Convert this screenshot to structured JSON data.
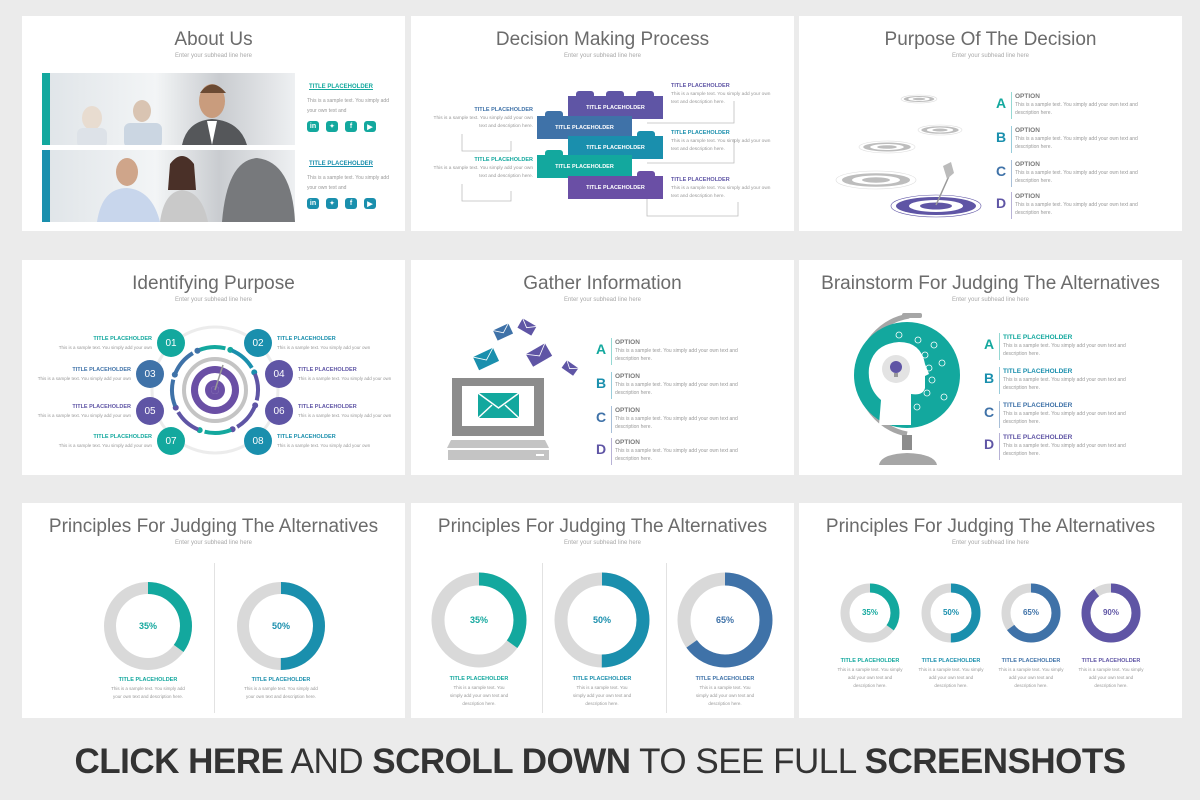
{
  "colors": {
    "teal": "#13a89e",
    "cyan": "#1a8fad",
    "blue": "#3f72a8",
    "purple": "#5f55a5",
    "gray": "#d9d9d9"
  },
  "subhead": "Enter your subhead line here",
  "placeholder": "TITLE PLACEHOLDER",
  "slides": [
    {
      "title": "About Us",
      "items": [
        {
          "title": "TITLE PLACEHOLDER",
          "text": "This is a sample text. You simply add your own text and",
          "icons": [
            "linkedin-icon",
            "twitter-icon",
            "facebook-icon",
            "youtube-icon"
          ]
        },
        {
          "title": "TITLE PLACEHOLDER",
          "text": "This is a sample text. You simply add your own text and",
          "icons": [
            "linkedin-icon",
            "twitter-icon",
            "facebook-icon",
            "youtube-icon"
          ]
        }
      ]
    },
    {
      "title": "Decision Making Process",
      "bricks": [
        "TITLE PLACEHOLDER",
        "TITLE PLACEHOLDER",
        "TITLE PLACEHOLDER",
        "TITLE PLACEHOLDER",
        "TITLE PLACEHOLDER"
      ],
      "callouts": [
        {
          "title": "TITLE PLACEHOLDER",
          "text": "This is a sample text. You simply add your own text and description here."
        },
        {
          "title": "TITLE PLACEHOLDER",
          "text": "This is a sample text. You simply add your own text and description here."
        },
        {
          "title": "TITLE PLACEHOLDER",
          "text": "This is a sample text. You simply add your own text and description here."
        },
        {
          "title": "TITLE PLACEHOLDER",
          "text": "This is a sample text. You simply add your own text and description here."
        },
        {
          "title": "TITLE PLACEHOLDER",
          "text": "This is a sample text. You simply add your own text and description here."
        }
      ]
    },
    {
      "title": "Purpose Of The Decision",
      "options": [
        {
          "letter": "A",
          "title": "OPTION",
          "text": "This is a sample text. You simply add your own text and description here."
        },
        {
          "letter": "B",
          "title": "OPTION",
          "text": "This is a sample text. You simply add your own text and description here."
        },
        {
          "letter": "C",
          "title": "OPTION",
          "text": "This is a sample text. You simply add your own text and description here."
        },
        {
          "letter": "D",
          "title": "OPTION",
          "text": "This is a sample text. You simply add your own text and description here."
        }
      ]
    },
    {
      "title": "Identifying Purpose",
      "steps": [
        {
          "num": "01",
          "title": "TITLE PLACEHOLDER",
          "text": "This is a sample text. You simply add your own"
        },
        {
          "num": "02",
          "title": "TITLE PLACEHOLDER",
          "text": "This is a sample text. You simply add your own"
        },
        {
          "num": "03",
          "title": "TITLE PLACEHOLDER",
          "text": "This is a sample text. You simply add your own"
        },
        {
          "num": "04",
          "title": "TITLE PLACEHOLDER",
          "text": "This is a sample text. You simply add your own"
        },
        {
          "num": "05",
          "title": "TITLE PLACEHOLDER",
          "text": "This is a sample text. You simply add your own"
        },
        {
          "num": "06",
          "title": "TITLE PLACEHOLDER",
          "text": "This is a sample text. You simply add your own"
        },
        {
          "num": "07",
          "title": "TITLE PLACEHOLDER",
          "text": "This is a sample text. You simply add your own"
        },
        {
          "num": "08",
          "title": "TITLE PLACEHOLDER",
          "text": "This is a sample text. You simply add your own"
        }
      ]
    },
    {
      "title": "Gather Information",
      "options": [
        {
          "letter": "A",
          "title": "OPTION",
          "text": "This is a sample text. You simply add your own text and description here."
        },
        {
          "letter": "B",
          "title": "OPTION",
          "text": "This is a sample text. You simply add your own text and description here."
        },
        {
          "letter": "C",
          "title": "OPTION",
          "text": "This is a sample text. You simply add your own text and description here."
        },
        {
          "letter": "D",
          "title": "OPTION",
          "text": "This is a sample text. You simply add your own text and description here."
        }
      ]
    },
    {
      "title": "Brainstorm For Judging The Alternatives",
      "options": [
        {
          "letter": "A",
          "title": "TITLE PLACEHOLDER",
          "text": "This is a sample text. You simply add your own text and description here."
        },
        {
          "letter": "B",
          "title": "TITLE PLACEHOLDER",
          "text": "This is a sample text. You simply add your own text and description here."
        },
        {
          "letter": "C",
          "title": "TITLE PLACEHOLDER",
          "text": "This is a sample text. You simply add your own text and description here."
        },
        {
          "letter": "D",
          "title": "TITLE PLACEHOLDER",
          "text": "This is a sample text. You simply add your own text and description here."
        }
      ]
    },
    {
      "title": "Principles For Judging The Alternatives"
    },
    {
      "title": "Principles For Judging The Alternatives"
    },
    {
      "title": "Principles For Judging The Alternatives"
    }
  ],
  "chart_data": [
    {
      "type": "pie",
      "style": "donut",
      "values": [
        35,
        50
      ],
      "labels": [
        "35%",
        "50%"
      ],
      "colors": [
        "#13a89e",
        "#1a8fad"
      ],
      "titles": [
        "TITLE PLACEHOLDER",
        "TITLE PLACEHOLDER"
      ],
      "text": "This is a sample text. You simply add your own text and description here."
    },
    {
      "type": "pie",
      "style": "donut",
      "values": [
        35,
        50,
        65
      ],
      "labels": [
        "35%",
        "50%",
        "65%"
      ],
      "colors": [
        "#13a89e",
        "#1a8fad",
        "#3f72a8"
      ],
      "titles": [
        "TITLE PLACEHOLDER",
        "TITLE PLACEHOLDER",
        "TITLE PLACEHOLDER"
      ],
      "text": "This is a sample text. You simply add your own text and description here."
    },
    {
      "type": "pie",
      "style": "donut",
      "values": [
        35,
        50,
        65,
        90
      ],
      "labels": [
        "35%",
        "50%",
        "65%",
        "90%"
      ],
      "colors": [
        "#13a89e",
        "#1a8fad",
        "#3f72a8",
        "#5f55a5"
      ],
      "titles": [
        "TITLE PLACEHOLDER",
        "TITLE PLACEHOLDER",
        "TITLE PLACEHOLDER",
        "TITLE PLACEHOLDER"
      ],
      "text": "This is a sample text. You simply add your own text and description here."
    }
  ],
  "footer": {
    "p1": "CLICK HERE",
    "p2": " AND ",
    "p3": "SCROLL DOWN",
    "p4": " TO SEE FULL ",
    "p5": "SCREENSHOTS"
  }
}
